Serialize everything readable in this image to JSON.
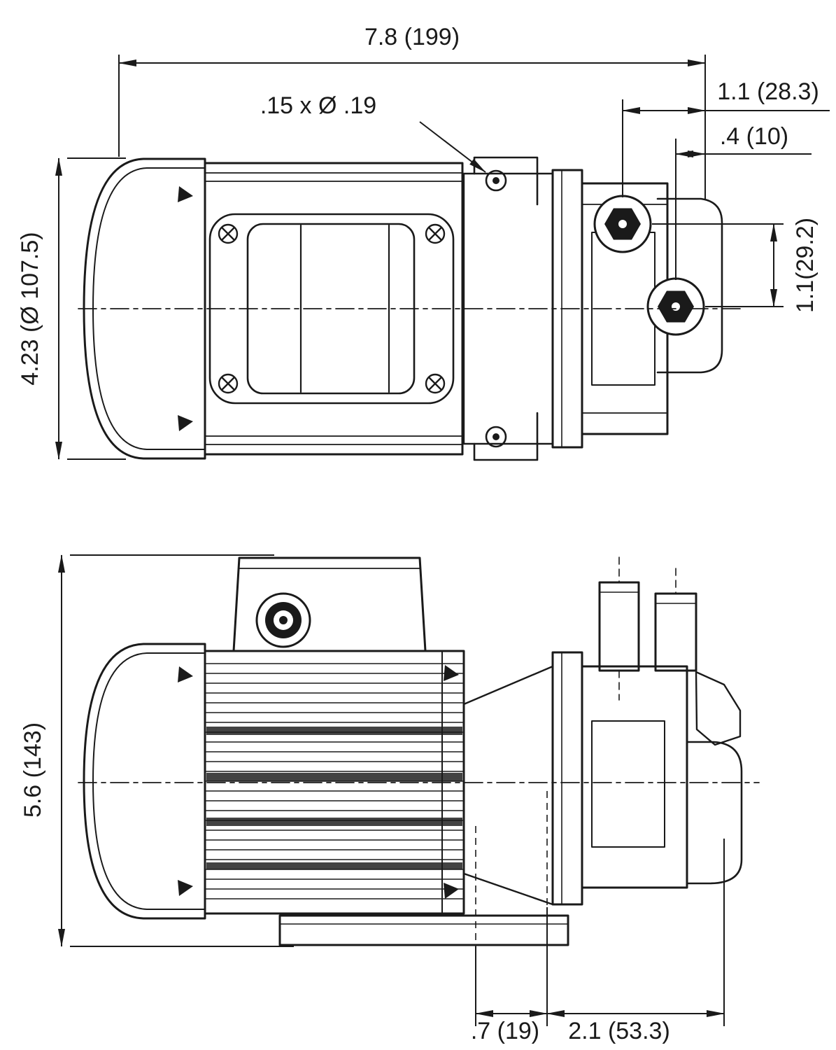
{
  "page": {
    "background": "#ffffff",
    "ink": "#1a1a1a"
  },
  "dimensions": {
    "overall_length": "7.8 (199)",
    "port1_offset": "1.1 (28.3)",
    "port2_offset": ".4 (10)",
    "mounting_hole_callout": ".15 x Ø .19",
    "port_spacing": "1.1(29.2)",
    "motor_diameter": "4.23 (Ø 107.5)",
    "overall_height": "5.6 (143)",
    "foot_offset": ".7 (19)",
    "port_center_offset": "2.1 (53.3)"
  }
}
